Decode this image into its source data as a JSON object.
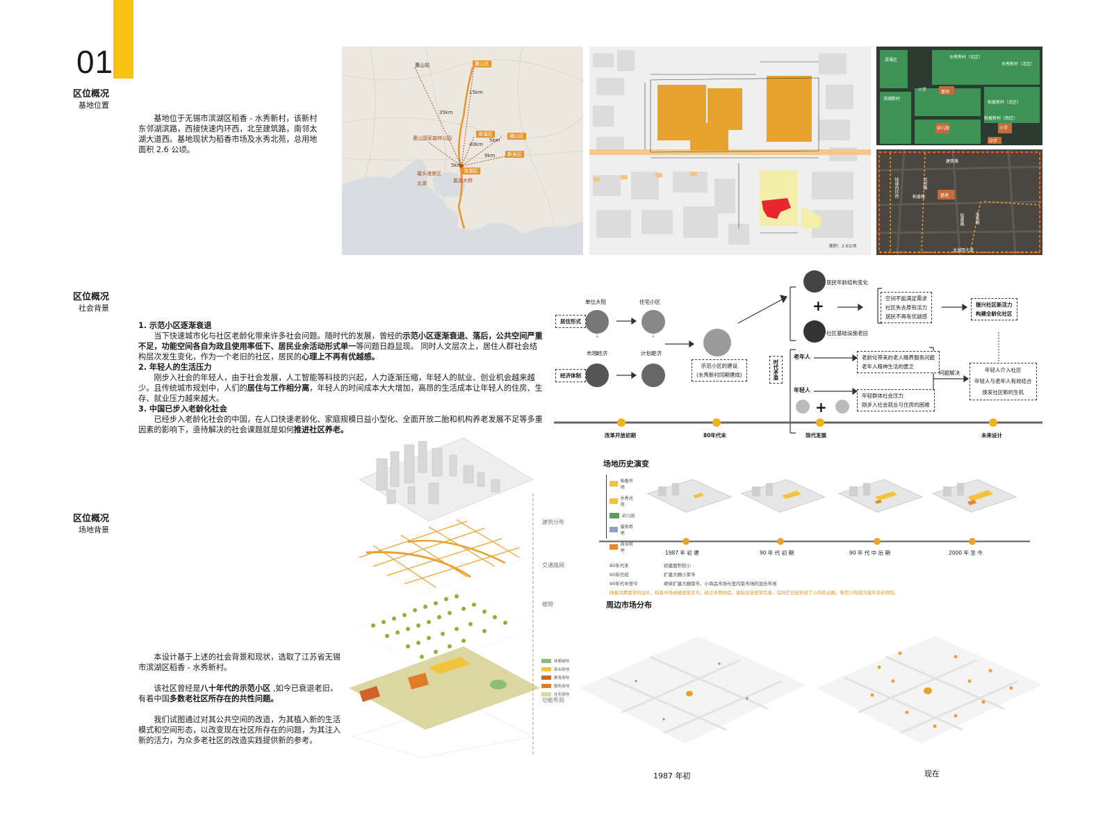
{
  "header": {
    "number": "01"
  },
  "sections": {
    "s1": {
      "title": "区位概况",
      "subtitle": "基地位置"
    },
    "s2": {
      "title": "区位概况",
      "subtitle": "社会背景"
    },
    "s3": {
      "title": "区位概况",
      "subtitle": "场地背景"
    }
  },
  "location_text": "基地位于无锡市滨湖区稻香 - 水秀新村，该新村东邻湖滨路，西接快速内环西，北至建筑路，南邻太湖大道西。基地现状为稻香市场及水秀北苑，总用地面积 2.6 公顷。",
  "social": {
    "h1": "1. 示范小区逐渐衰退",
    "p1a": "当下快速城市化与社区老龄化带来许多社会问题。随时代的发展，曾经的",
    "p1b": "示范小区逐渐衰退、落后，公共空间严重不足，功能空间各自为政且使用率低下、居民业余活动形式单一",
    "p1c": "等问题日趋显现。 同时人文层次上，居住人群社会结构层次发生变化，作为一个老旧的社区，居民的",
    "p1d": "心理上不再有优越感。",
    "h2": "2. 年轻人的生活压力",
    "p2a": "刚步入社会的年轻人，由于社会发展，人工智能等科技的兴起，人力逐渐压缩，年轻人的就业、创业机会越来越少。且传统城市规划中，人们的",
    "p2b": "居住与工作相分离",
    "p2c": "，年轻人的时间成本大大增加，高昂的生活成本让年轻人的住房、生存、就业压力越来越大。",
    "h3": "3. 中国已步入老龄化社会",
    "p3a": "已经步入老龄化社会的中国，在人口快速老龄化、家庭规模日益小型化、全面开放二胎和机构养老发展不足等多重因素的影响下，亟待解决的社会课题就是如何",
    "p3b": "推进社区养老。"
  },
  "site_text": {
    "p1": "本设计基于上述的社会背景和现状，选取了江苏省无锡市滨湖区稻香 - 水秀新村。",
    "p2a": "该社区曾经是",
    "p2b": "八十年代的示范小区",
    "p2c": " ,如今已衰退老旧，有着中国",
    "p2d": "多数老社区所存在的共性问题。",
    "p3": "我们试图通过对其公共空间的改造，为其植入新的生活模式和空间形态，以改变现在社区所存在的问题，为其注入新的活力，为众多老社区的改造实践提供新的参考。"
  },
  "region_map": {
    "labels": [
      "惠山站",
      "惠山区",
      "锡山区",
      "梁溪区",
      "新吴区",
      "惠山国家森林公园",
      "滨湖区",
      "鼋头渚景区",
      "太湖",
      "蠡湖大桥"
    ],
    "distances": [
      "15km",
      "35km",
      "40km",
      "5km",
      "9km",
      "5km"
    ]
  },
  "site_plan": {
    "area_label": "面积：2.6公顷"
  },
  "aerial_green": {
    "labels": [
      "梁溪区",
      "小学",
      "基地",
      "水秀新村（北区）",
      "滨湖新村",
      "水秀新村（北区）",
      "稻香新村（北区）",
      "幼儿园",
      "稻香新村（南区）",
      "小学",
      "中学"
    ]
  },
  "aerial_roads": {
    "labels": [
      "建筑路",
      "北京路",
      "快速内环西",
      "基地",
      "稻香路",
      "水秀路",
      "稻香路",
      "太湖西大道"
    ]
  },
  "flow": {
    "tags": {
      "housing": "居住形式",
      "economy": "经济体制",
      "era": "时代矛盾"
    },
    "unit": "单位大院",
    "residential": "住宅小区",
    "market": "市场经济",
    "planned": "计划经济",
    "demo_box": [
      "示范小区的建设",
      "(水秀新村同期建成)"
    ],
    "elderly_change": "居民年龄结构变化",
    "aging_facility": "社区基础设施老旧",
    "problems": [
      "空间不能满足需求",
      "社区失去原有活力",
      "居民不再有优越感"
    ],
    "revive": [
      "振兴社区新活力",
      "构建全龄化社区"
    ],
    "old_label": "老年人",
    "young_label": "年轻人",
    "old_problems": [
      "老龄化带来的老人赡养服务问题",
      "老年人精神生活的匮乏"
    ],
    "young_problems": [
      "年轻群体社会压力",
      "刚步入社会就业与住房的困难"
    ],
    "solve": "问题解决",
    "solution": [
      "年轻人介入社区",
      "年轻人与老年人有效结合",
      "焕发社区新的生机"
    ],
    "timeline": [
      "改革开放初期",
      "80年代末",
      "现代发展",
      "未来设计"
    ]
  },
  "axon": {
    "layers": [
      "建筑分布",
      "交通路网",
      "植物",
      "功能布局"
    ],
    "legend": [
      "休憩绿地",
      "商业用地",
      "教育用地",
      "服务用地",
      "住宅用地"
    ]
  },
  "history": {
    "title": "场地历史演变",
    "legend": [
      "稻香市场",
      "水秀北苑",
      "幼儿园",
      "服务用地",
      "商业用地"
    ],
    "legend_colors": [
      "#f2c43d",
      "#f2c43d",
      "#5a9e5a",
      "#8aa0c8",
      "#e88a2a"
    ],
    "timeline": [
      "1987 年 初 建",
      "90 年 代 初 期",
      "90 年 代 中 后 期",
      "2000 年 至 今"
    ],
    "notes": [
      {
        "era": "80年代末",
        "text": "初建面积较小"
      },
      {
        "era": "90年代初",
        "text": "扩建大棚小菜市"
      },
      {
        "era": "90年代中至今",
        "text": "继续扩建大棚菜市、小商品市场与室内菜市场的混合市场"
      }
    ],
    "highlight": "随着消费需求的加大，稻香市场规模逐渐变大，经过多期改造，基础设施逐渐完善，在附近已经形成了小的商业圈，餐饮小吃成为城市文化特色。"
  },
  "market": {
    "title": "周边市场分布",
    "left_label": "1987 年初",
    "right_label": "现在"
  },
  "colors": {
    "accent": "#f7c112",
    "orange": "#e8a22e",
    "green": "#3f9c5a",
    "red_site": "#e8262f"
  }
}
